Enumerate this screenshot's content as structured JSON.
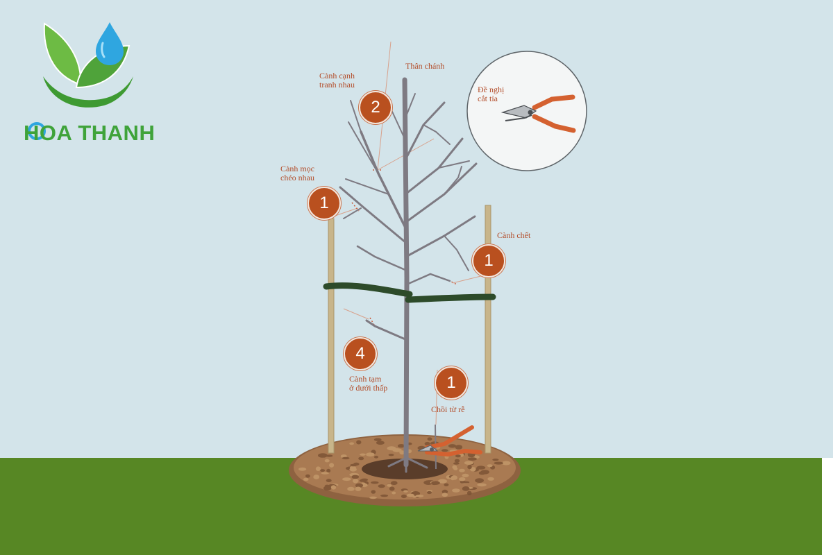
{
  "logo": {
    "brand_text": "HOA THANH",
    "icon": "leaf-water-drop-icon",
    "colors": {
      "leaf": "#58ad3c",
      "drop": "#2fa6e0",
      "text": "#3fa33a"
    }
  },
  "diagram": {
    "labels": {
      "main_trunk": "Thân chánh",
      "competing_branches": [
        "Cành cạnh",
        "tranh nhau"
      ],
      "crossing_branches": [
        "Cành mọc",
        "chéo nhau"
      ],
      "dead_branch": "Cành chết",
      "temporary_low_branch": [
        "Cành tạm",
        "ở dưới thấp"
      ],
      "root_sucker": "Chồi từ rễ"
    },
    "badges": {
      "competing": "2",
      "crossing": "1",
      "dead": "1",
      "temporary": "4",
      "sucker": "1"
    },
    "inset": {
      "label": [
        "Đề nghị",
        "cắt tỉa"
      ],
      "icon": "pruning-shears-icon"
    },
    "ground_icon": "pruning-shears-icon",
    "colors": {
      "sky": "#d3e4ea",
      "grass": "#578724",
      "badge": "#b9501f",
      "label_text": "#b34d2a",
      "tree": "#7e7a82",
      "stake": "#c8b58a",
      "tie": "#2d4b2a",
      "mulch": "#9b6d45"
    }
  }
}
